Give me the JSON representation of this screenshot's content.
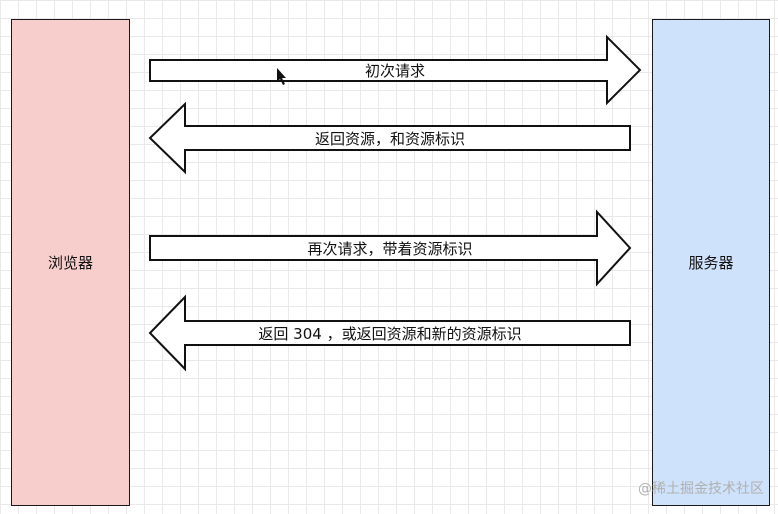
{
  "browser": {
    "label": "浏览器",
    "color": "#f8cecc"
  },
  "server": {
    "label": "服务器",
    "color": "#cfe2fb"
  },
  "arrows": [
    {
      "label": "初次请求",
      "direction": "right"
    },
    {
      "label": "返回资源，和资源标识",
      "direction": "left"
    },
    {
      "label": "再次请求，带着资源标识",
      "direction": "right"
    },
    {
      "label": "返回 304 ，或返回资源和新的资源标识",
      "direction": "left"
    }
  ],
  "watermark": "@稀土掘金技术社区"
}
